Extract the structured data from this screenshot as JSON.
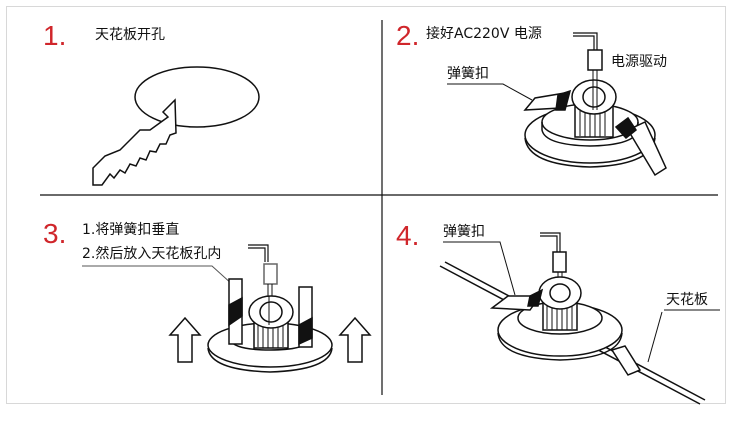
{
  "steps": [
    {
      "number": "1.",
      "label": "天花板开孔"
    },
    {
      "number": "2.",
      "label": "接好AC220V 电源",
      "driver_label": "电源驱动",
      "clip_label": "弹簧扣"
    },
    {
      "number": "3.",
      "line1": "1.将弹簧扣垂直",
      "line2": "2.然后放入天花板孔内"
    },
    {
      "number": "4.",
      "clip_label": "弹簧扣",
      "ceiling_label": "天花板"
    }
  ],
  "colors": {
    "number": "#d0262b",
    "line": "#111111",
    "frame": "#d8d8d8"
  }
}
